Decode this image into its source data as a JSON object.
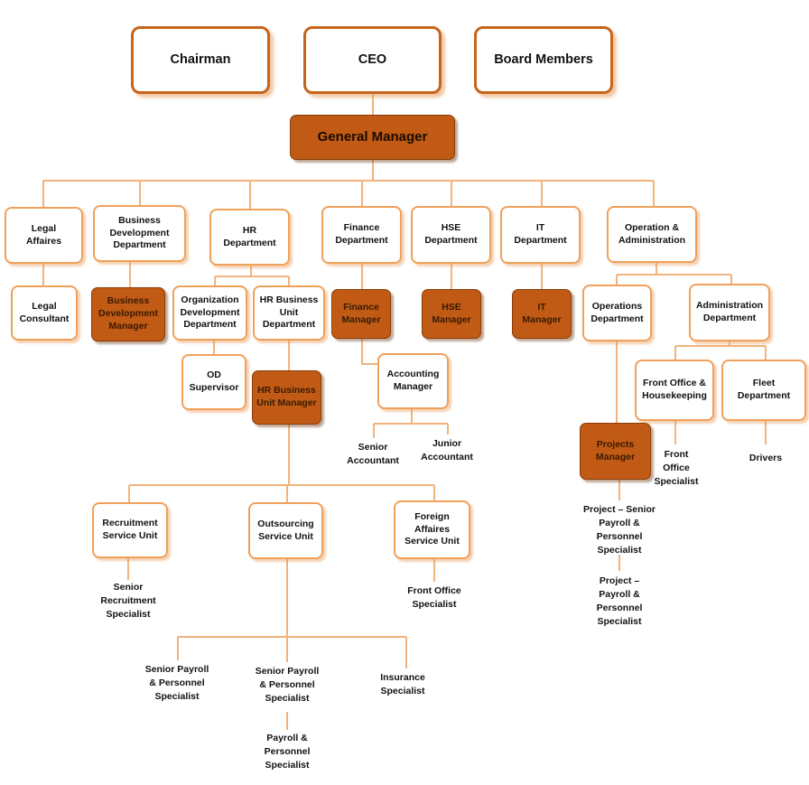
{
  "top": {
    "chairman": "Chairman",
    "ceo": "CEO",
    "board": "Board Members",
    "gm": "General Manager"
  },
  "depts": {
    "legal": "Legal\nAffaires",
    "bizdev": "Business\nDevelopment\nDepartment",
    "hr": "HR\nDepartment",
    "finance": "Finance\nDepartment",
    "hse": "HSE\nDepartment",
    "it": "IT\nDepartment",
    "ops_admin": "Operation &\nAdministration"
  },
  "level2": {
    "legal_consultant": "Legal\nConsultant",
    "bizdev_manager": "Business\nDevelopment\nManager",
    "org_dev": "Organization\nDevelopment\nDepartment",
    "hr_bu_dept": "HR Business\nUnit\nDepartment",
    "finance_manager": "Finance\nManager",
    "hse_manager": "HSE\nManager",
    "it_manager": "IT\nManager",
    "operations": "Operations\nDepartment",
    "administration": "Administration\nDepartment"
  },
  "level3": {
    "od_supervisor": "OD\nSupervisor",
    "hr_bu_manager": "HR Business\nUnit Manager",
    "accounting_manager": "Accounting\nManager",
    "front_office": "Front Office &\nHousekeeping",
    "fleet": "Fleet\nDepartment",
    "projects_manager": "Projects\nManager"
  },
  "units": {
    "recruitment": "Recruitment\nService Unit",
    "outsourcing": "Outsourcing\nService Unit",
    "foreign": "Foreign\nAffaires\nService Unit"
  },
  "labels": {
    "senior_accountant": "Senior\nAccountant",
    "junior_accountant": "Junior\nAccountant",
    "fo_specialist_ops": "Front\nOffice\nSpecialist",
    "drivers": "Drivers",
    "proj_senior": "Project – Senior\nPayroll &\nPersonnel\nSpecialist",
    "proj_payroll": "Project –\nPayroll &\nPersonnel\nSpecialist",
    "senior_recruit": "Senior\nRecruitment\nSpecialist",
    "fo_specialist_foreign": "Front Office\nSpecialist",
    "sp_left": "Senior Payroll\n& Personnel\nSpecialist",
    "sp_mid": "Senior Payroll\n& Personnel\nSpecialist",
    "insurance": "Insurance\nSpecialist",
    "payroll": "Payroll &\nPersonnel\nSpecialist"
  },
  "colors": {
    "line": "#f2b37c",
    "border": "#f0a05a",
    "dark_fill": "#c05a14"
  }
}
